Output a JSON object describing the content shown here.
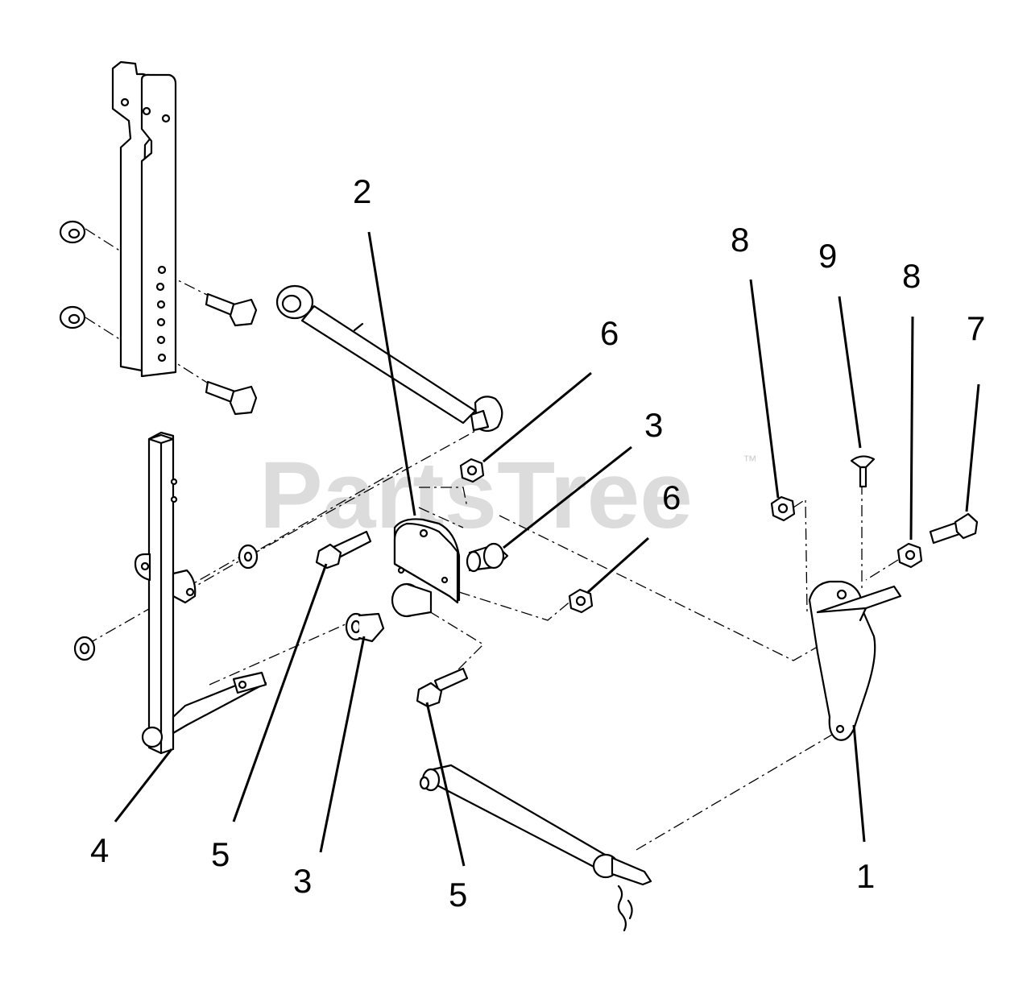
{
  "watermark": {
    "text": "PartsTree",
    "mark": "™"
  },
  "callouts": [
    {
      "id": "c2",
      "text": "2"
    },
    {
      "id": "c8a",
      "text": "8"
    },
    {
      "id": "c9",
      "text": "9"
    },
    {
      "id": "c8b",
      "text": "8"
    },
    {
      "id": "c7",
      "text": "7"
    },
    {
      "id": "c6a",
      "text": "6"
    },
    {
      "id": "c3a",
      "text": "3"
    },
    {
      "id": "c6b",
      "text": "6"
    },
    {
      "id": "c4",
      "text": "4"
    },
    {
      "id": "c5a",
      "text": "5"
    },
    {
      "id": "c3b",
      "text": "3"
    },
    {
      "id": "c5b",
      "text": "5"
    },
    {
      "id": "c1",
      "text": "1"
    }
  ]
}
